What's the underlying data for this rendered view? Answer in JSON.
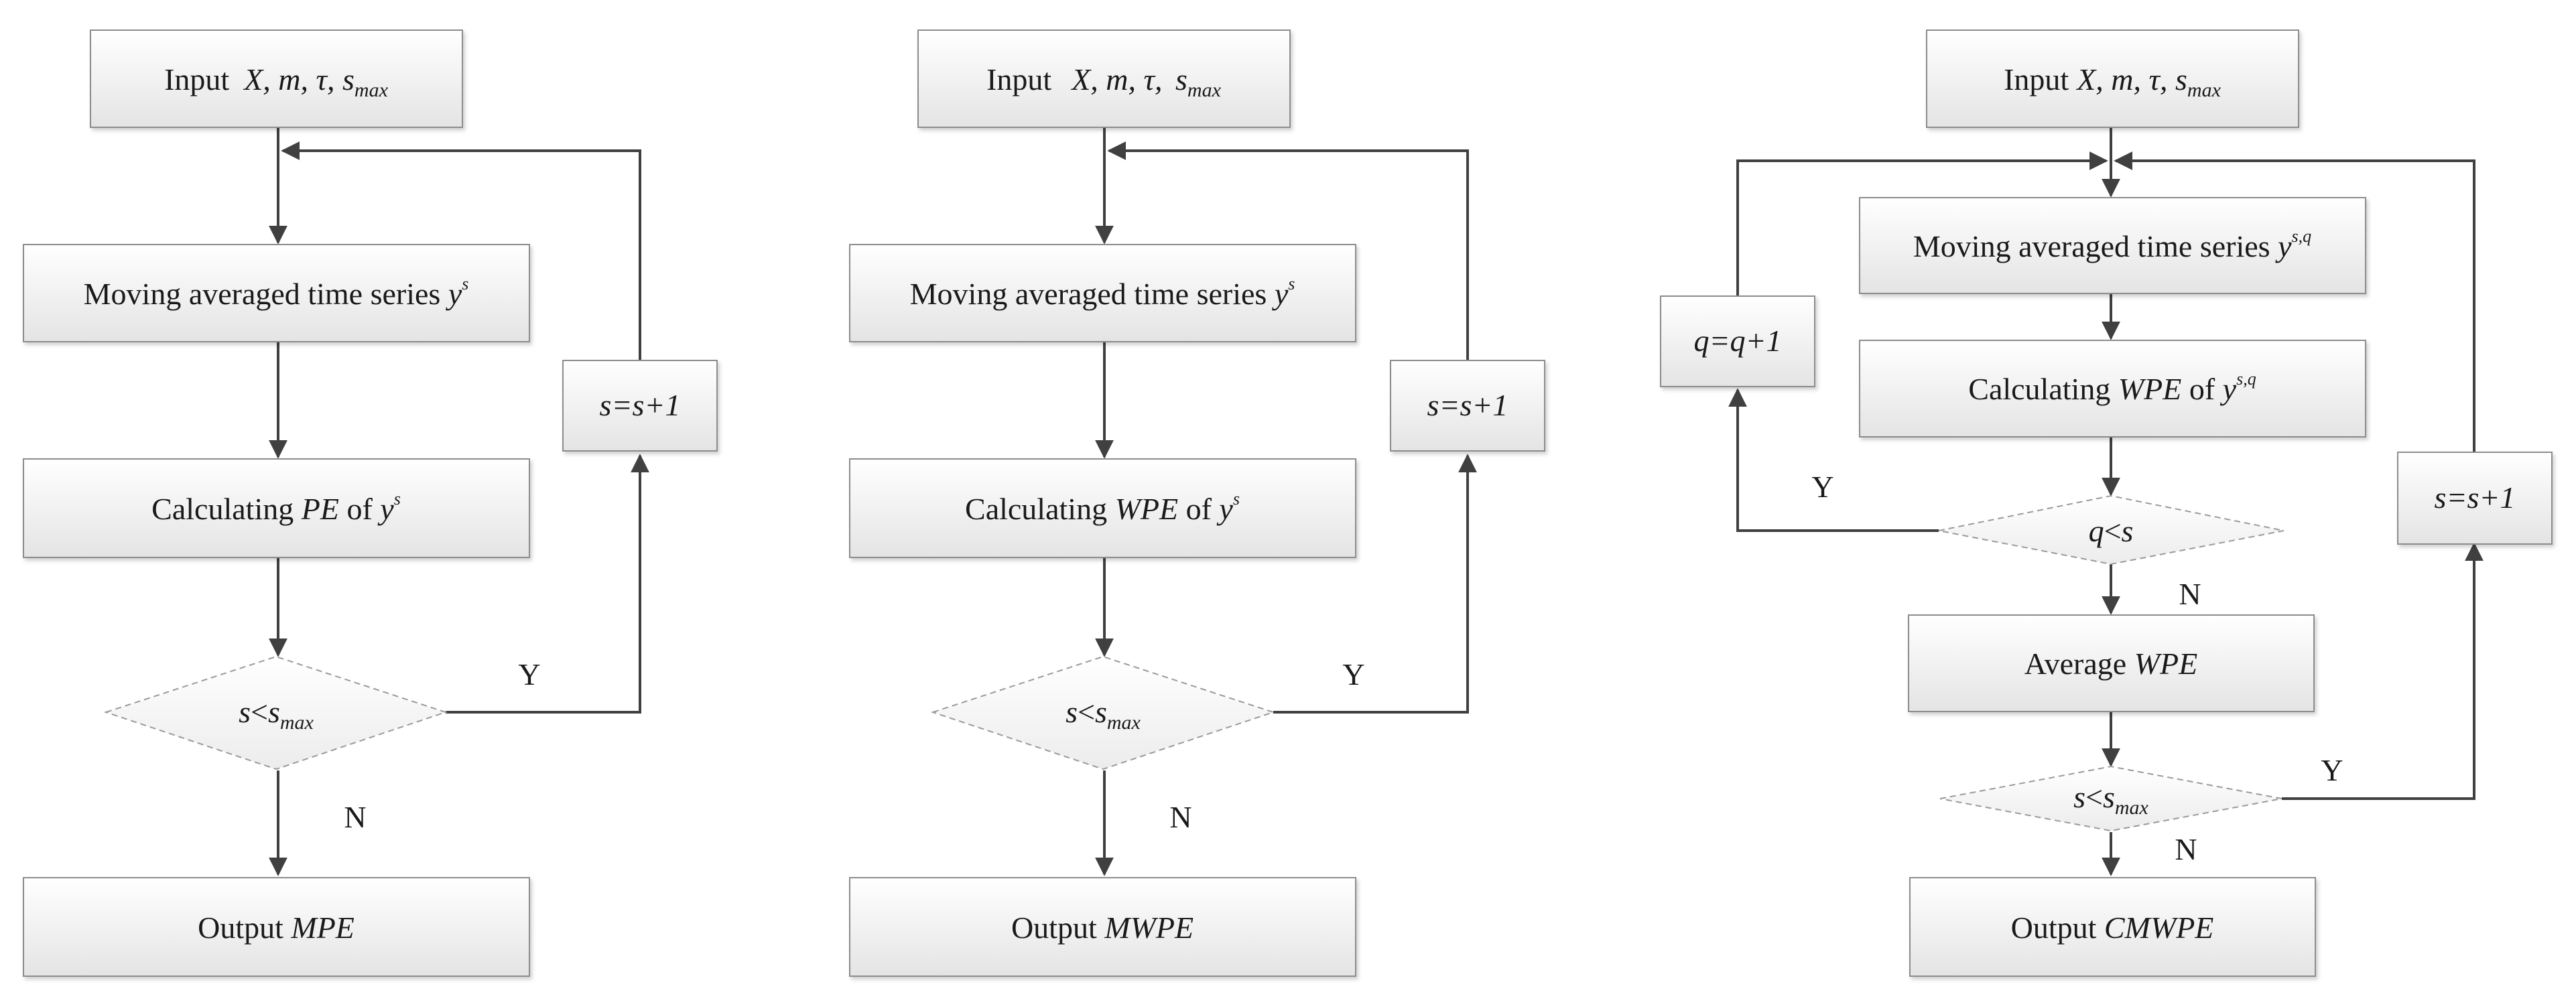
{
  "flowcharts": [
    {
      "id": "mpe",
      "input": {
        "label": "Input",
        "vars": "X, m, τ, ",
        "smax": "s",
        "smax_sub": "max"
      },
      "moving": {
        "text": "Moving averaged time series ",
        "var": "y",
        "sup": "s"
      },
      "calc": {
        "text": "Calculating ",
        "measure": "PE",
        "of": " of ",
        "var": "y",
        "sup": "s"
      },
      "decision": {
        "lhs": "s",
        "op": "<",
        "rhs": "s",
        "rhs_sub": "max"
      },
      "increment": {
        "text": "s=s+1"
      },
      "yes": "Y",
      "no": "N",
      "output": {
        "text": "Output ",
        "measure": "MPE"
      }
    },
    {
      "id": "mwpe",
      "input": {
        "label": "Input",
        "vars": "X, m, τ, ",
        "smax": "s",
        "smax_sub": "max"
      },
      "moving": {
        "text": "Moving averaged time series ",
        "var": "y",
        "sup": "s"
      },
      "calc": {
        "text": "Calculating ",
        "measure": "WPE",
        "of": " of ",
        "var": "y",
        "sup": "s"
      },
      "decision": {
        "lhs": "s",
        "op": "<",
        "rhs": "s",
        "rhs_sub": "max"
      },
      "increment": {
        "text": "s=s+1"
      },
      "yes": "Y",
      "no": "N",
      "output": {
        "text": "Output ",
        "measure": "MWPE"
      }
    },
    {
      "id": "cmwpe",
      "input": {
        "label": "Input",
        "vars": "X, m, τ, ",
        "smax": "s",
        "smax_sub": "max"
      },
      "moving": {
        "text": "Moving averaged time series ",
        "var": "y",
        "sup": "s,q"
      },
      "calc": {
        "text": "Calculating ",
        "measure": "WPE",
        "of": " of ",
        "var": "y",
        "sup": "s,q"
      },
      "inner_decision": {
        "lhs": "q",
        "op": "<",
        "rhs": "s"
      },
      "inner_increment": {
        "text": "q=q+1"
      },
      "average": {
        "text": "Average ",
        "measure": "WPE"
      },
      "decision": {
        "lhs": "s",
        "op": "<",
        "rhs": "s",
        "rhs_sub": "max"
      },
      "increment": {
        "text": "s=s+1"
      },
      "inner_yes": "Y",
      "inner_no": "N",
      "yes": "Y",
      "no": "N",
      "output": {
        "text": "Output ",
        "measure": "CMWPE"
      }
    }
  ],
  "colors": {
    "box_fill_top": "#ffffff",
    "box_fill_bottom": "#e6e6e6",
    "box_stroke": "#8c8c8c",
    "diamond_stroke": "#9a9a9a",
    "line": "#404040"
  }
}
